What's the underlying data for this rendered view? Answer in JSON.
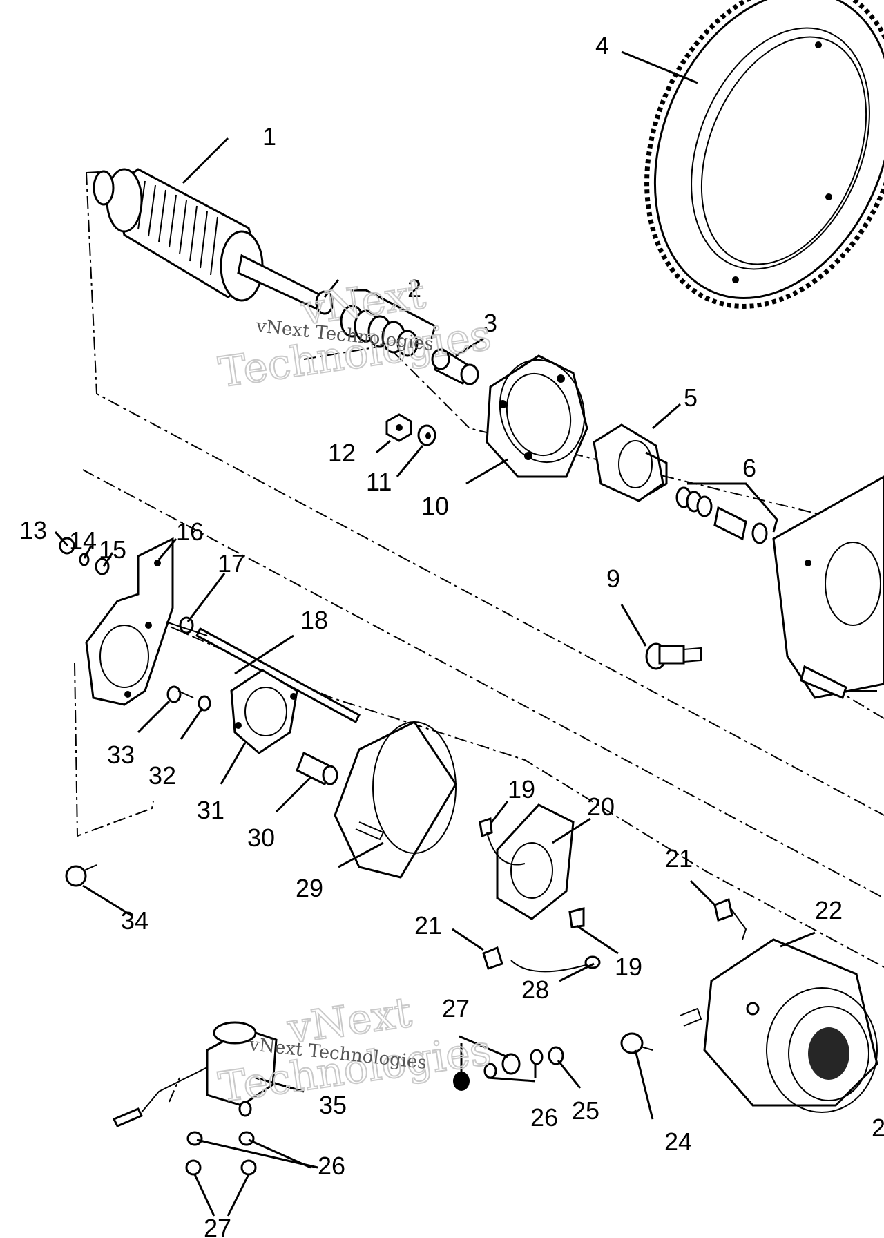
{
  "watermark": {
    "line1": "vNext",
    "line2": "Technologies",
    "small": "vNext Technologies"
  },
  "callouts": [
    {
      "id": "c1",
      "text": "1"
    },
    {
      "id": "c2",
      "text": "2"
    },
    {
      "id": "c3",
      "text": "3"
    },
    {
      "id": "c4",
      "text": "4"
    },
    {
      "id": "c5",
      "text": "5"
    },
    {
      "id": "c6",
      "text": "6"
    },
    {
      "id": "c9",
      "text": "9"
    },
    {
      "id": "c10",
      "text": "10"
    },
    {
      "id": "c11",
      "text": "11"
    },
    {
      "id": "c12",
      "text": "12"
    },
    {
      "id": "c13",
      "text": "13"
    },
    {
      "id": "c14",
      "text": "14"
    },
    {
      "id": "c15",
      "text": "15"
    },
    {
      "id": "c16",
      "text": "16"
    },
    {
      "id": "c17",
      "text": "17"
    },
    {
      "id": "c18",
      "text": "18"
    },
    {
      "id": "c19a",
      "text": "19"
    },
    {
      "id": "c19b",
      "text": "19"
    },
    {
      "id": "c20",
      "text": "20"
    },
    {
      "id": "c21a",
      "text": "21"
    },
    {
      "id": "c21b",
      "text": "21"
    },
    {
      "id": "c22",
      "text": "22"
    },
    {
      "id": "c23",
      "text": "2"
    },
    {
      "id": "c24",
      "text": "24"
    },
    {
      "id": "c25",
      "text": "25"
    },
    {
      "id": "c26a",
      "text": "26"
    },
    {
      "id": "c26b",
      "text": "26"
    },
    {
      "id": "c27a",
      "text": "27"
    },
    {
      "id": "c27b",
      "text": "27"
    },
    {
      "id": "c28",
      "text": "28"
    },
    {
      "id": "c29",
      "text": "29"
    },
    {
      "id": "c30",
      "text": "30"
    },
    {
      "id": "c31",
      "text": "31"
    },
    {
      "id": "c32",
      "text": "32"
    },
    {
      "id": "c33",
      "text": "33"
    },
    {
      "id": "c34",
      "text": "34"
    },
    {
      "id": "c35",
      "text": "35"
    }
  ]
}
